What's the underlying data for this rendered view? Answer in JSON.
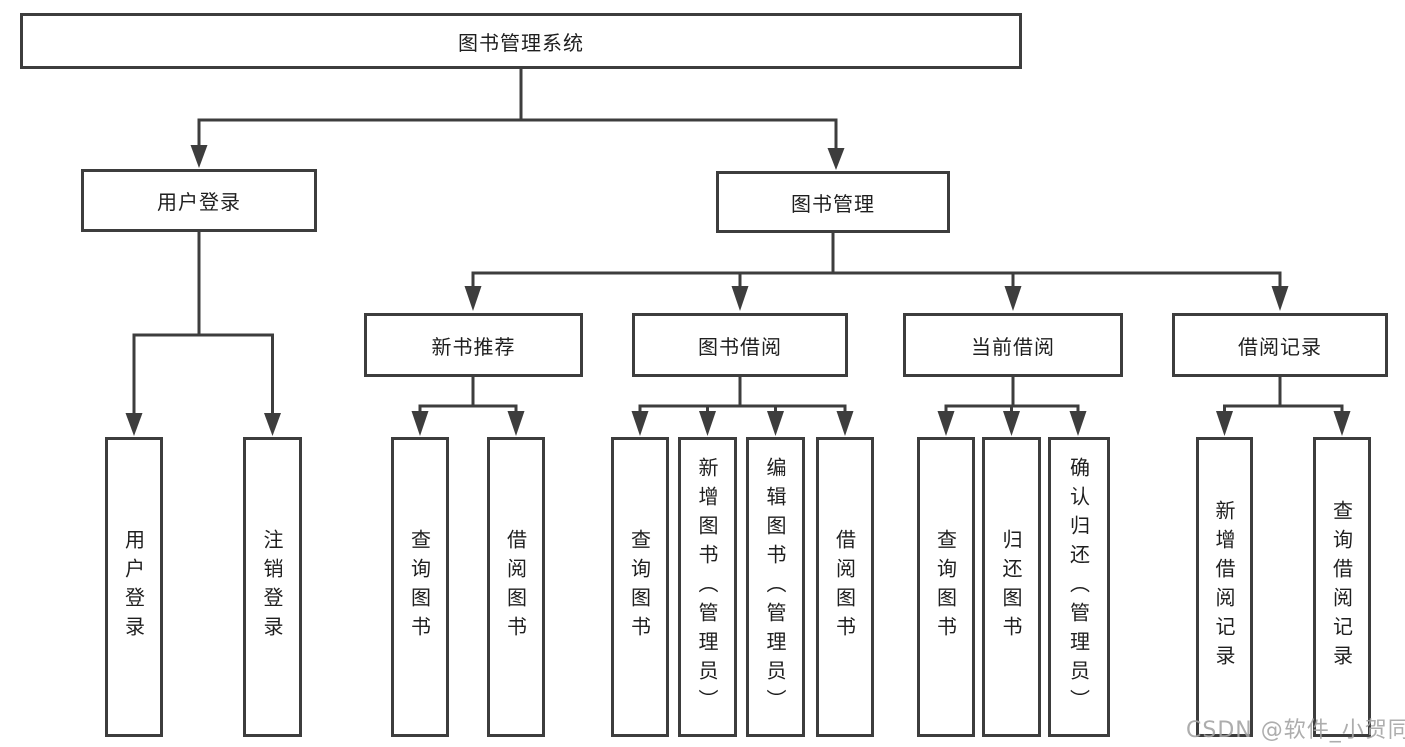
{
  "tree": {
    "root": "图书管理系统",
    "branches": [
      {
        "label": "用户登录",
        "children": [
          "用户登录",
          "注销登录"
        ]
      },
      {
        "label": "图书管理",
        "children": [
          {
            "label": "新书推荐",
            "children": [
              "查询图书",
              "借阅图书"
            ]
          },
          {
            "label": "图书借阅",
            "children": [
              "查询图书",
              "新增图书（管理员）",
              "编辑图书（管理员）",
              "借阅图书"
            ]
          },
          {
            "label": "当前借阅",
            "children": [
              "查询图书",
              "归还图书",
              "确认归还（管理员）"
            ]
          },
          {
            "label": "借阅记录",
            "children": [
              "新增借阅记录",
              "查询借阅记录"
            ]
          }
        ]
      }
    ]
  },
  "watermark": {
    "text": "CSDN @软件_小贺同学"
  },
  "colors": {
    "line": "#3d3d3d",
    "text": "#1f1f1f",
    "box_background": "#ffffff",
    "watermark": "#a4a4a4",
    "background": "#ffffff"
  }
}
